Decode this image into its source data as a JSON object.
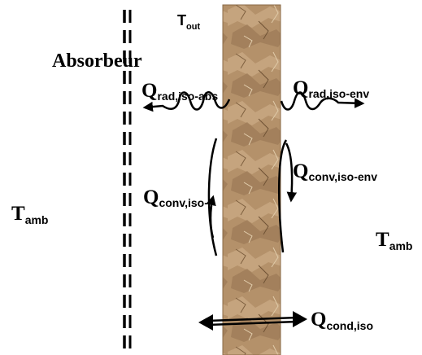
{
  "labels": {
    "t_out": {
      "main": "T",
      "sub": "out"
    },
    "absorbeur": "Absorbeur",
    "q_rad_iso_abs": {
      "main": "Q",
      "sub": "rad,iso-abs"
    },
    "q_rad_iso_env": {
      "main": "Q",
      "sub": "rad,iso-env"
    },
    "q_conv_iso_env": {
      "main": "Q",
      "sub": "conv,iso-env"
    },
    "q_conv_iso": {
      "main": "Q",
      "sub": "conv,iso-"
    },
    "t_amb_left": {
      "main": "T",
      "sub": "amb"
    },
    "t_amb_right": {
      "main": "T",
      "sub": "amb"
    },
    "q_cond_iso": {
      "main": "Q",
      "sub": "cond,iso"
    }
  },
  "colors": {
    "insulation_base": "#b4916a",
    "insulation_dark": "#8a6a47",
    "insulation_light": "#d6bc98",
    "ink": "#000000"
  }
}
